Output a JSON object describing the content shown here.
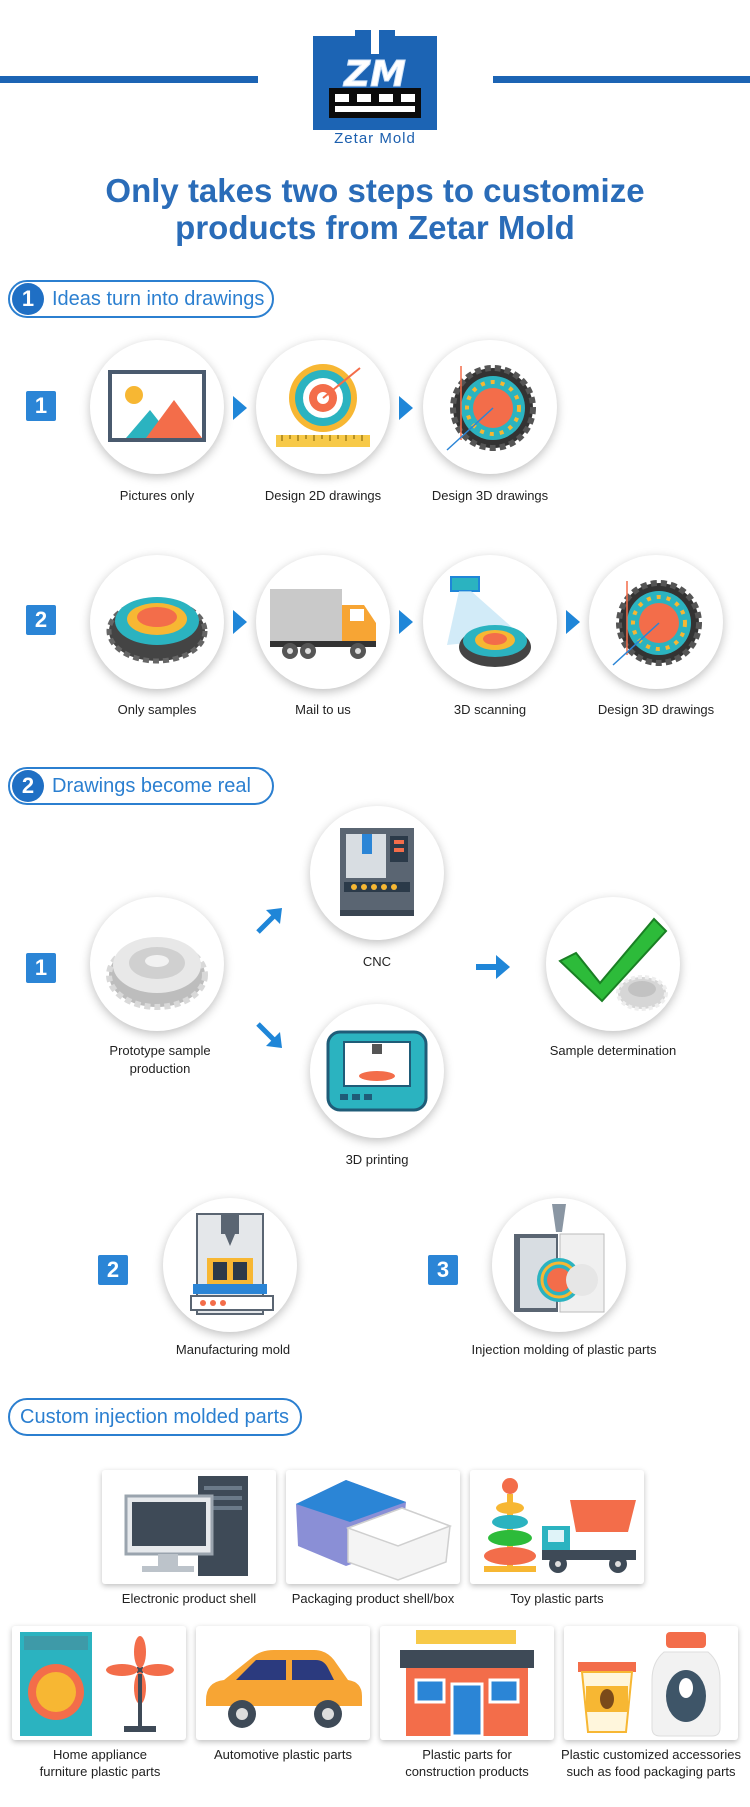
{
  "logo": {
    "caption": "Zetar  Mold",
    "mark": "ZM",
    "colors": {
      "brand": "#1c64b4"
    }
  },
  "headline": {
    "line1": "Only takes two steps to customize",
    "line2": "products from Zetar Mold"
  },
  "section1": {
    "number": "1",
    "title": "Ideas turn into drawings",
    "row1": {
      "badge": "1",
      "items": [
        {
          "label": "Pictures only",
          "icon": "picture-icon"
        },
        {
          "label": "Design 2D drawings",
          "icon": "2d-drawing-icon"
        },
        {
          "label": "Design 3D drawings",
          "icon": "3d-gear-icon"
        }
      ]
    },
    "row2": {
      "badge": "2",
      "items": [
        {
          "label": "Only samples",
          "icon": "gear-sample-icon"
        },
        {
          "label": "Mail to us",
          "icon": "truck-icon"
        },
        {
          "label": "3D scanning",
          "icon": "scanner-icon"
        },
        {
          "label": "Design 3D drawings",
          "icon": "3d-gear-icon"
        }
      ]
    }
  },
  "section2": {
    "number": "2",
    "title": "Drawings become real",
    "step1": {
      "badge": "1",
      "prototype": "Prototype sample production",
      "cnc": "CNC",
      "printing": "3D printing",
      "determination": "Sample determination"
    },
    "step2": {
      "badge": "2",
      "label": "Manufacturing mold"
    },
    "step3": {
      "badge": "3",
      "label": "Injection molding of plastic parts"
    }
  },
  "section3": {
    "title": "Custom injection molded parts",
    "row1": [
      {
        "label": "Electronic product shell",
        "icon": "computer-icon"
      },
      {
        "label": "Packaging product shell/box",
        "icon": "container-icon"
      },
      {
        "label": "Toy plastic parts",
        "icon": "toy-icon"
      }
    ],
    "row2": [
      {
        "label1": "Home appliance",
        "label2": "furniture plastic parts",
        "icon": "appliance-icon"
      },
      {
        "label1": "Automotive plastic parts",
        "label2": "",
        "icon": "car-icon"
      },
      {
        "label1": "Plastic parts for",
        "label2": "construction products",
        "icon": "building-icon"
      },
      {
        "label1": "Plastic customized accessories",
        "label2": "such as food packaging parts",
        "icon": "food-package-icon"
      }
    ]
  }
}
